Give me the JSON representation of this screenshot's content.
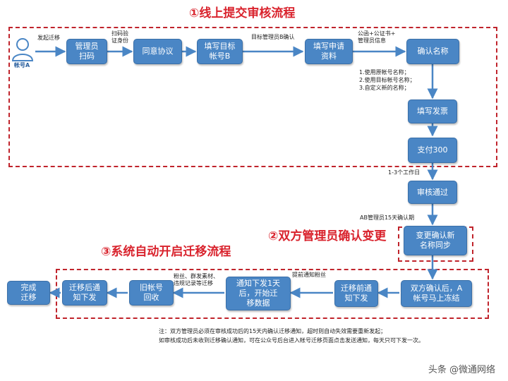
{
  "titles": {
    "step1": "①线上提交审核流程",
    "step2": "②双方管理员确认变更",
    "step3": "③系统自动开启迁移流程"
  },
  "actor": {
    "label": "帐号A"
  },
  "boxes": {
    "admin_scan": "管理员\n扫码",
    "agree": "同意协议",
    "fill_target": "填写目标\n帐号B",
    "fill_form": "填写申请\n资料",
    "confirm_name": "确认名称",
    "fill_invoice": "填写发票",
    "pay": "支付300",
    "review_pass": "审核通过",
    "change_confirm": "变更确认新\n名称同步",
    "both_confirm": "双方确认后，A\n帐号马上冻结",
    "pre_notice": "迁移前通\n知下发",
    "next_day": "通知下发1天\n后，开始迁\n移数据",
    "old_recycle": "旧帐号\n回收",
    "post_notice": "迁移后通\n知下发",
    "done": "完成\n迁移"
  },
  "labels": {
    "initiate": "发起迁移",
    "scan_verify": "扫码验\n证身份",
    "target_admin": "目标管理员B确认",
    "docs": "公函+公证书+\n管理员信息",
    "name_options": "1.使用原帐号名称；\n2.使用目标帐号名称；\n3.自定义新的名称；",
    "workdays": "1-3个工作日",
    "ab_period": "AB管理员15天确认期",
    "fans_notice": "提前通知粉丝",
    "migrate_items": "粉丝、群发素材、\n违规记录等迁移"
  },
  "notes": {
    "line1": "注：双方管理员必须在审核成功后的15天内确认迁移通知，超时则自动失效需要重新发起；",
    "line2": "如审核成功后未收到迁移确认通知，可在公众号后台进入帐号迁移页面点击发送通知，每天只可下发一次。"
  },
  "watermark": "头条 @微通网络",
  "colors": {
    "box_fill": "#4a86c5",
    "arrow": "#4a86c5",
    "dash": "#c0242c",
    "title": "#d9232d"
  }
}
